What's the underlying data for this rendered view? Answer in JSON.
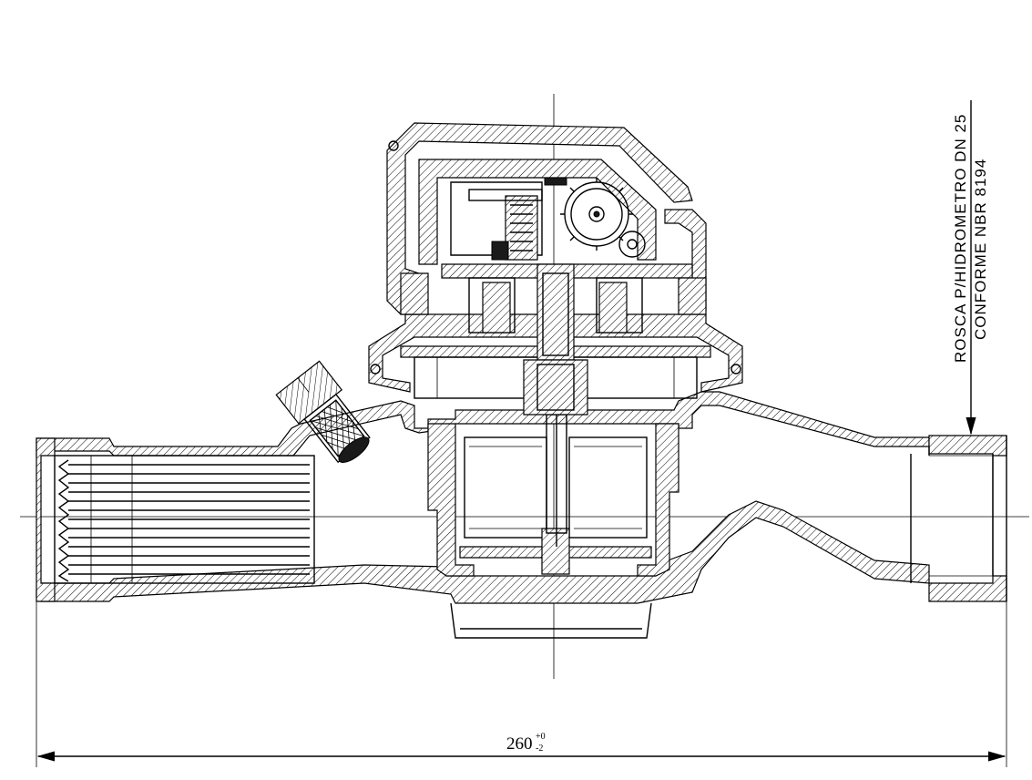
{
  "annotations": {
    "thread_note_line1": "ROSCA P/HIDROMETRO DN 25",
    "thread_note_line2": "CONFORME NBR 8194"
  },
  "dimensions": {
    "overall_length_value": "260",
    "tolerance_upper": "+0",
    "tolerance_lower": "-2"
  }
}
